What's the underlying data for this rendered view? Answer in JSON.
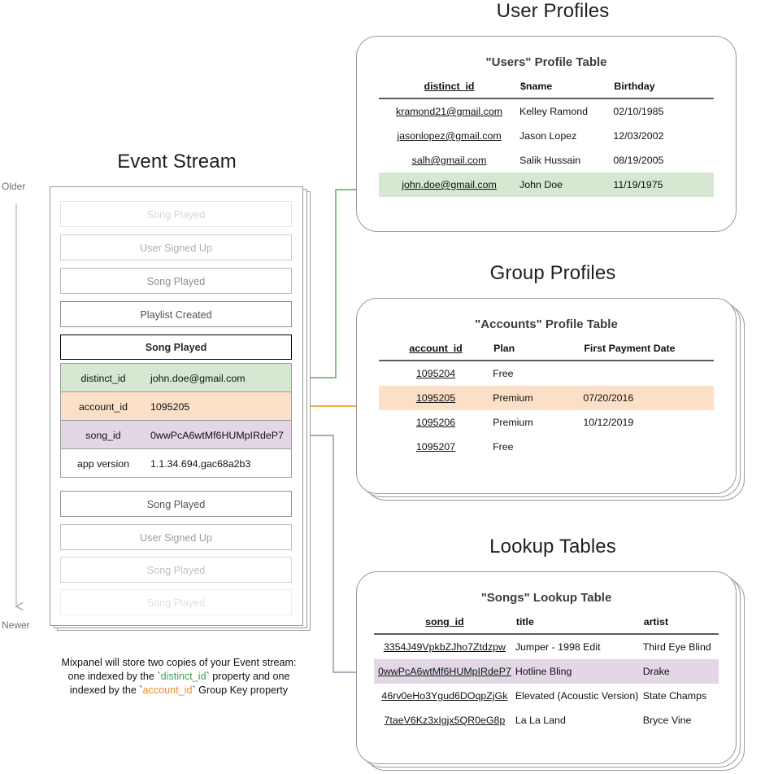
{
  "sections": {
    "user_profiles_title": "User Profiles",
    "group_profiles_title": "Group Profiles",
    "lookup_tables_title": "Lookup Tables",
    "event_stream_title": "Event Stream"
  },
  "event_stream": {
    "axis": {
      "older": "Older",
      "newer": "Newer"
    },
    "items_above": [
      {
        "label": "Song Played",
        "opacity": 0.22
      },
      {
        "label": "User Signed Up",
        "opacity": 0.45
      },
      {
        "label": "Song Played",
        "opacity": 0.62
      },
      {
        "label": "Playlist Created",
        "opacity": 0.95
      }
    ],
    "selected_event": {
      "name": "Song Played",
      "properties": [
        {
          "key": "distinct_id",
          "value": "john.doe@gmail.com",
          "highlight": "green"
        },
        {
          "key": "account_id",
          "value": "1095205",
          "highlight": "orange"
        },
        {
          "key": "song_id",
          "value": "0wwPcA6wtMf6HUMpIRdeP7",
          "highlight": "purple"
        },
        {
          "key": "app version",
          "value": "1.1.34.694.gac68a2b3",
          "highlight": "none"
        }
      ]
    },
    "items_below": [
      {
        "label": "Song Played",
        "opacity": 0.95
      },
      {
        "label": "User Signed Up",
        "opacity": 0.55
      },
      {
        "label": "Song Played",
        "opacity": 0.34
      },
      {
        "label": "Song Played",
        "opacity": 0.16
      }
    ]
  },
  "caption": {
    "line1": "Mixpanel will store two copies of your Event stream:",
    "line2_pre": "one indexed by the `",
    "line2_key": "distinct_id",
    "line2_post": "` property and one",
    "line3_pre": "indexed by the `",
    "line3_key": "account_id",
    "line3_post": "` Group Key property"
  },
  "users_table": {
    "title": "\"Users\" Profile Table",
    "columns": [
      "distinct_id",
      "$name",
      "Birthday"
    ],
    "rows": [
      {
        "cells": [
          "kramond21@gmail.com",
          "Kelley Ramond",
          "02/10/1985"
        ],
        "highlight": "none"
      },
      {
        "cells": [
          "jasonlopez@gmail.com",
          "Jason Lopez",
          "12/03/2002"
        ],
        "highlight": "none"
      },
      {
        "cells": [
          "salh@gmail.com",
          "Salik Hussain",
          "08/19/2005"
        ],
        "highlight": "none"
      },
      {
        "cells": [
          "john.doe@gmail.com",
          "John Doe",
          "11/19/1975"
        ],
        "highlight": "green"
      }
    ]
  },
  "accounts_table": {
    "title": "\"Accounts\" Profile Table",
    "columns": [
      "account_id",
      "Plan",
      "First Payment Date"
    ],
    "rows": [
      {
        "cells": [
          "1095204",
          "Free",
          ""
        ],
        "highlight": "none"
      },
      {
        "cells": [
          "1095205",
          "Premium",
          "07/20/2016"
        ],
        "highlight": "orange"
      },
      {
        "cells": [
          "1095206",
          "Premium",
          "10/12/2019"
        ],
        "highlight": "none"
      },
      {
        "cells": [
          "1095207",
          "Free",
          ""
        ],
        "highlight": "none"
      }
    ]
  },
  "songs_table": {
    "title": "\"Songs\" Lookup Table",
    "columns": [
      "song_id",
      "title",
      "artist"
    ],
    "rows": [
      {
        "cells": [
          "3354J49VpkbZJho7Ztdzpw",
          "Jumper - 1998 Edit",
          "Third Eye Blind"
        ],
        "highlight": "none"
      },
      {
        "cells": [
          "0wwPcA6wtMf6HUMpIRdeP7",
          "Hotline Bling",
          "Drake"
        ],
        "highlight": "purple"
      },
      {
        "cells": [
          "46rv0eHo3Ygud6DOqpZjGk",
          "Elevated (Acoustic Version)",
          "State Champs"
        ],
        "highlight": "none"
      },
      {
        "cells": [
          "7taeV6Kz3xIgjx5QR0eG8p",
          "La La Land",
          "Bryce Vine"
        ],
        "highlight": "none"
      }
    ]
  },
  "colors": {
    "green_highlight": "#d6e8d2",
    "orange_highlight": "#fbe0c7",
    "purple_highlight": "#e3d7e6",
    "green_arrow": "#5aa95f",
    "orange_arrow": "#e9a13b",
    "purple_arrow": "#9a8ba3",
    "card_border": "#9a9a9a"
  }
}
